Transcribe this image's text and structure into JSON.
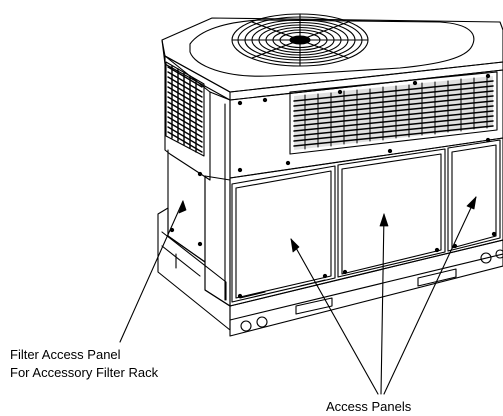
{
  "labels": {
    "filter_access_panel_line1": "Filter Access Panel",
    "filter_access_panel_line2": "For Accessory Filter Rack",
    "access_panels": "Access Panels"
  },
  "colors": {
    "line": "#000000",
    "background": "#ffffff"
  }
}
